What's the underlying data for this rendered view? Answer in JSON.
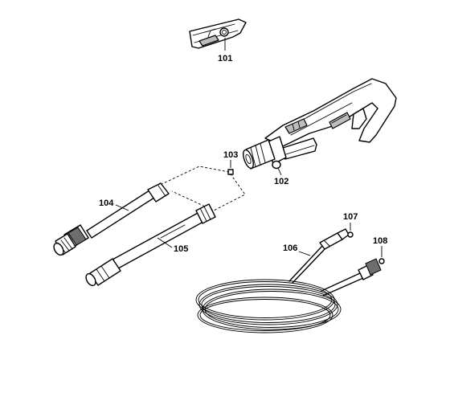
{
  "diagram": {
    "parts": [
      {
        "id": "101"
      },
      {
        "id": "102"
      },
      {
        "id": "103"
      },
      {
        "id": "104"
      },
      {
        "id": "105"
      },
      {
        "id": "106"
      },
      {
        "id": "107"
      },
      {
        "id": "108"
      }
    ]
  }
}
